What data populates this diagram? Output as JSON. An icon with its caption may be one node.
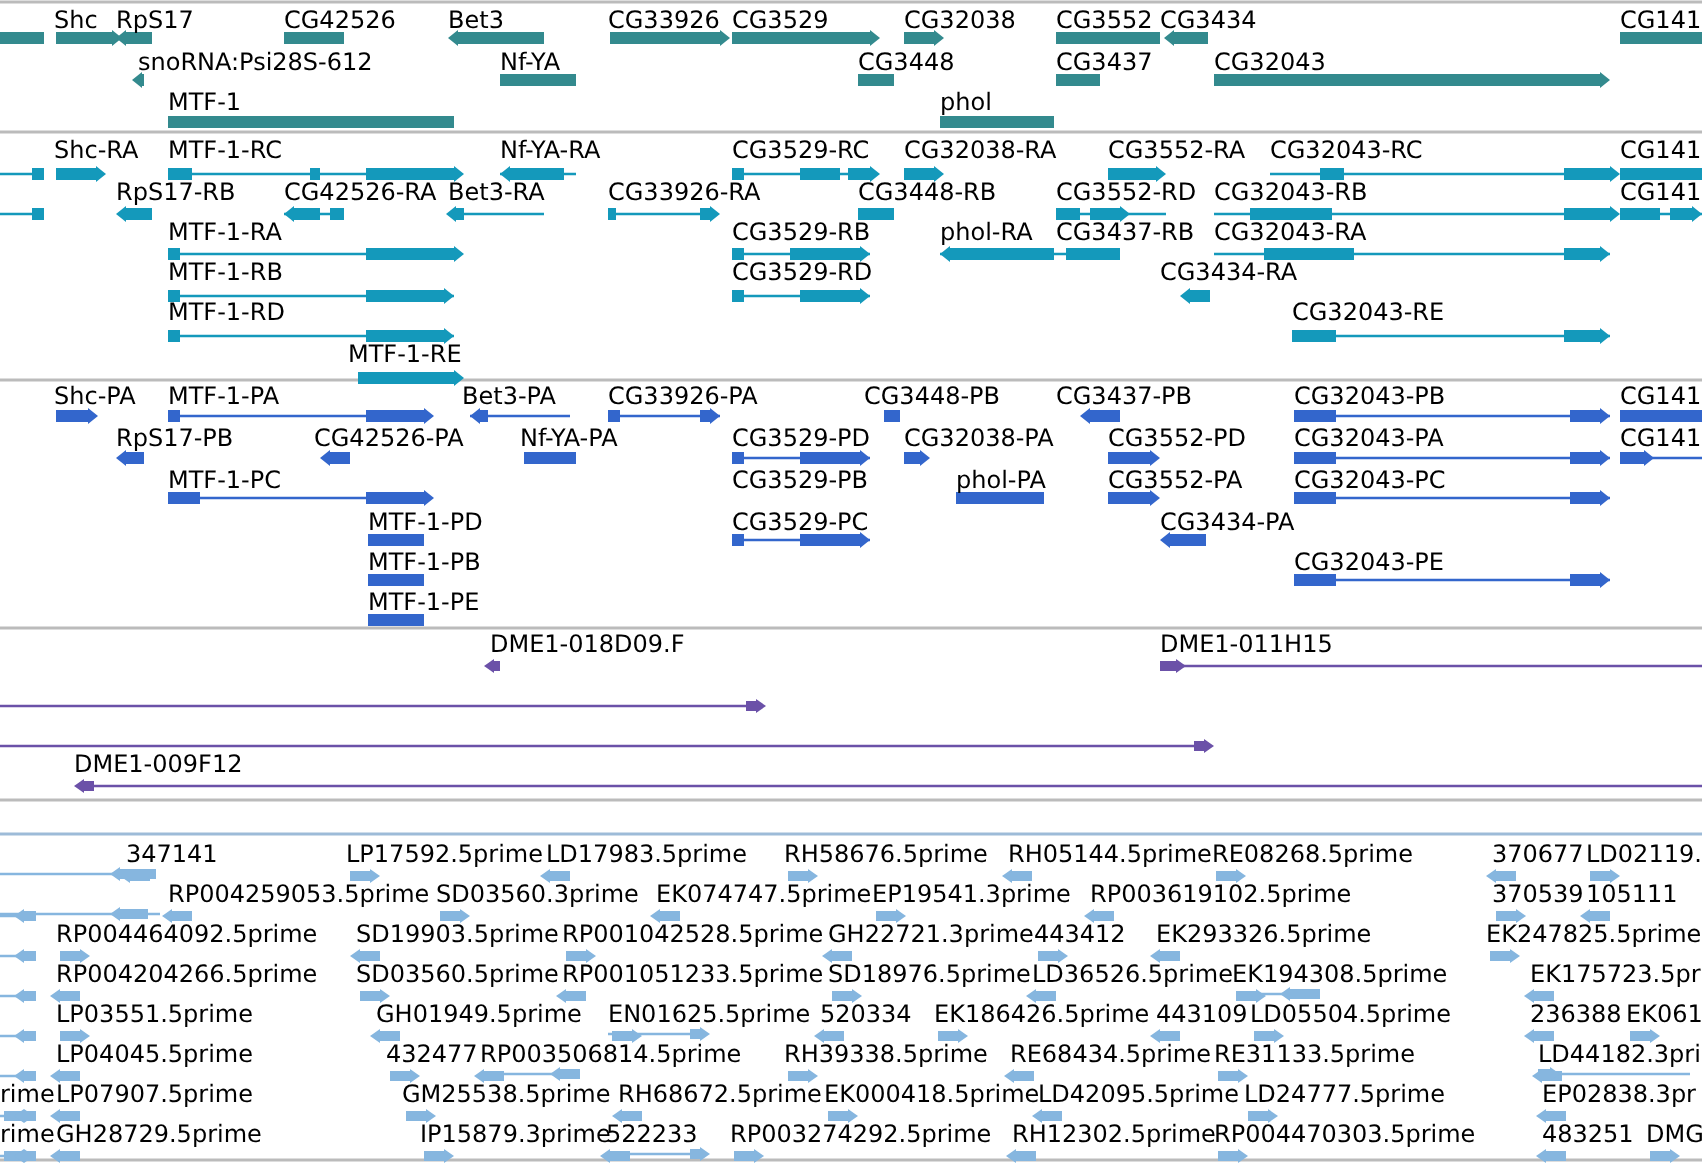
{
  "diagram": {
    "labels": [
      "Shc",
      "RpS17",
      "CG42526",
      "Bet3",
      "CG33926",
      "CG3529",
      "CG32038",
      "CG3552",
      "CG3434",
      "CG141",
      "snoRNA:Psi28S-612",
      "Nf-YA",
      "CG3448",
      "CG3437",
      "CG32043",
      "MTF-1",
      "phol",
      "Shc-RA",
      "MTF-1-RC",
      "Nf-YA-RA",
      "CG3529-RC",
      "CG32038-RA",
      "CG3552-RA",
      "CG32043-RC",
      "CG141",
      "RpS17-RB",
      "CG42526-RA",
      "Bet3-RA",
      "CG33926-RA",
      "CG3448-RB",
      "CG3552-RD",
      "CG32043-RB",
      "CG141",
      "MTF-1-RA",
      "CG3529-RB",
      "phol-RA",
      "CG3437-RB",
      "CG32043-RA",
      "MTF-1-RB",
      "CG3529-RD",
      "CG3434-RA",
      "MTF-1-RD",
      "CG32043-RE",
      "MTF-1-RE",
      "Shc-PA",
      "MTF-1-PA",
      "Bet3-PA",
      "CG33926-PA",
      "CG3448-PB",
      "CG3437-PB",
      "CG32043-PB",
      "CG141",
      "RpS17-PB",
      "CG42526-PA",
      "Nf-YA-PA",
      "CG3529-PD",
      "CG32038-PA",
      "CG3552-PD",
      "CG32043-PA",
      "CG141",
      "MTF-1-PC",
      "CG3529-PB",
      "phol-PA",
      "CG3552-PA",
      "CG32043-PC",
      "MTF-1-PD",
      "CG3529-PC",
      "CG3434-PA",
      "MTF-1-PB",
      "CG32043-PE",
      "MTF-1-PE",
      "DME1-018D09.F",
      "DME1-011H15",
      "DME1-009F12",
      "347141",
      "LP17592.5prime",
      "LD17983.5prime",
      "RH58676.5prime",
      "RH05144.5prime",
      "RE08268.5prime",
      "370677",
      "LD02119.",
      "RP004259053.5prime",
      "SD03560.3prime",
      "EK074747.5prime",
      "EP19541.3prime",
      "RP003619102.5prime",
      "370539",
      "105111",
      "RP004464092.5prime",
      "SD19903.5prime",
      "RP001042528.5prime",
      "GH22721.3prime",
      "443412",
      "EK293326.5prime",
      "EK247825.5prime",
      "RP004204266.5prime",
      "SD03560.5prime",
      "RP001051233.5prime",
      "SD18976.5prime",
      "LD36526.5prime",
      "EK194308.5prime",
      "EK175723.5pr",
      "LP03551.5prime",
      "GH01949.5prime",
      "EN01625.5prime",
      "520334",
      "EK186426.5prime",
      "443109",
      "LD05504.5prime",
      "236388",
      "EK061",
      "LP04045.5prime",
      "432477",
      "RP003506814.5prime",
      "RH39338.5prime",
      "RE68434.5prime",
      "RE31133.5prime",
      "LD44182.3pri",
      "rime",
      "LP07907.5prime",
      "GM25538.5prime",
      "RH68672.5prime",
      "EK000418.5prime",
      "LD42095.5prime",
      "LD24777.5prime",
      "EP02838.3pr",
      "rime",
      "GH28729.5prime",
      "IP15879.3prime",
      "522233",
      "RP003274292.5prime",
      "RH12302.5prime",
      "RP004470303.5prime",
      "483251",
      "DMG"
    ]
  }
}
